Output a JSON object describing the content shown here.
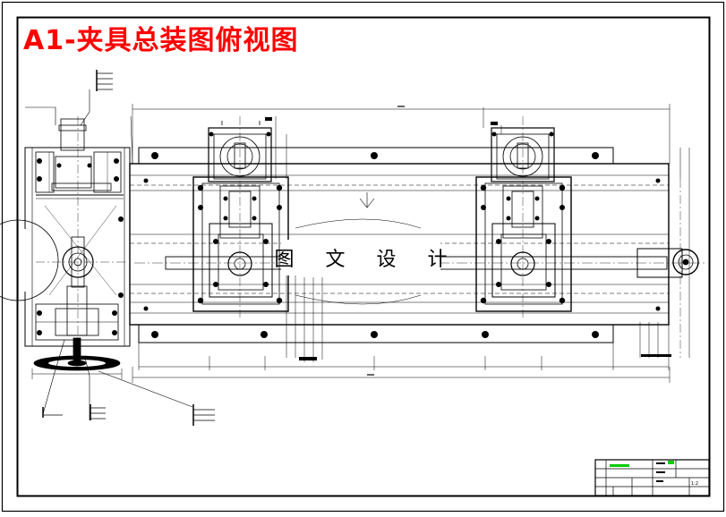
{
  "drawing": {
    "title": "A1-夹具总装图俯视图",
    "title_color": "#ff0000",
    "line_color": "#000000",
    "background": "#ffffff"
  },
  "watermark": {
    "text": "图 文 设 计"
  },
  "title_block": {
    "highlight_color": "#00cc00",
    "scale_text": "1:2"
  }
}
